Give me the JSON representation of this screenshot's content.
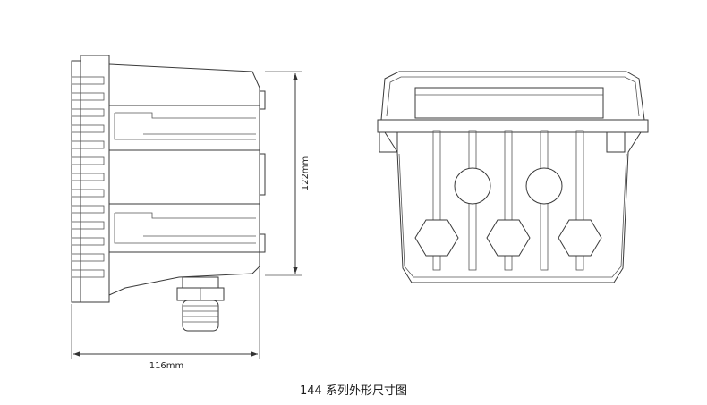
{
  "caption": "144 系列外形尺寸图",
  "dimensions": {
    "height_label": "122mm",
    "depth_label": "116mm"
  }
}
